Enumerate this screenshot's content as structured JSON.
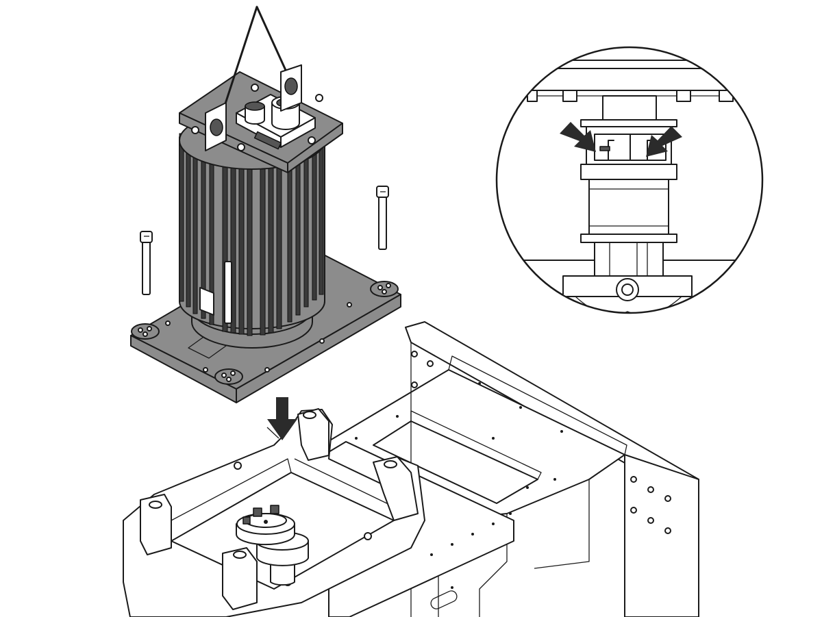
{
  "figure": {
    "kind": "assembly-illustration",
    "parts": [
      "lifting-sling",
      "motor-unit",
      "motor-cooling-fins",
      "motor-terminal-box",
      "motor-base-plate",
      "mounting-bolt",
      "machine-frame",
      "drive-coupling",
      "detail-magnifier",
      "insertion-arrow"
    ],
    "colors": {
      "line": "#1a1a1a",
      "metal_fill": "#8c8c8c",
      "fin_fill": "#3a3a3a",
      "arrow_fill": "#2b2b2b",
      "background": "#ffffff"
    }
  }
}
